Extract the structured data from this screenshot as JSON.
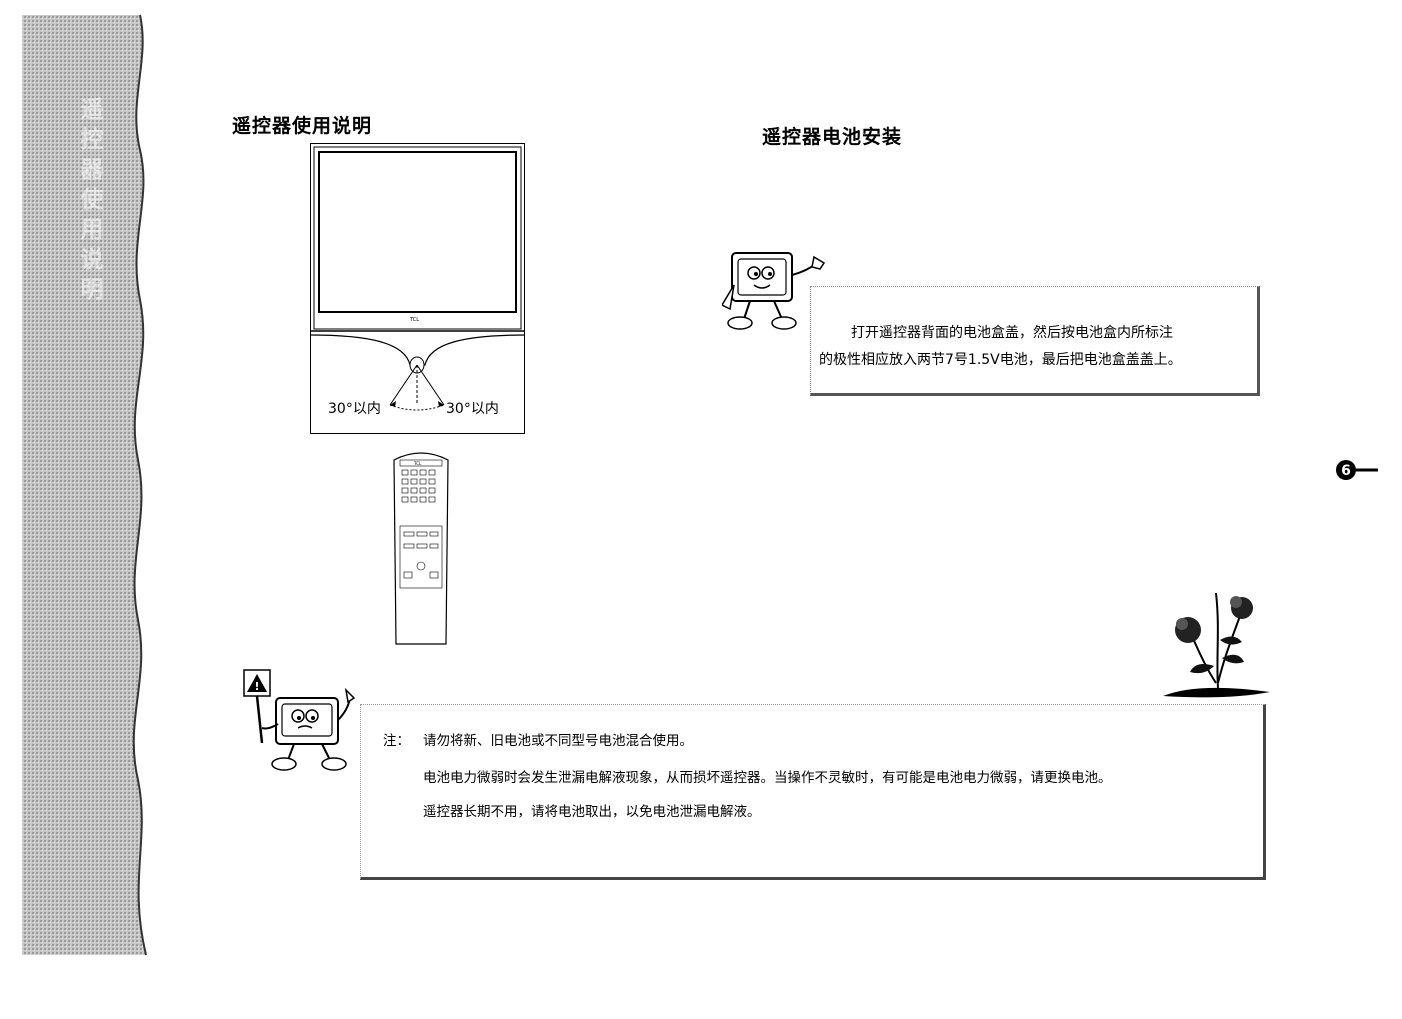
{
  "sidebar": {
    "vertical_title": "遥控器使用说明"
  },
  "section_usage": {
    "title": "遥控器使用说明",
    "tv_brand": "TCL",
    "angle_left": "30°以内",
    "angle_right": "30°以内",
    "remote_brand": "TCL"
  },
  "section_battery": {
    "title": "遥控器电池安装",
    "instruction_line1": "打开遥控器背面的电池盒盖，然后按电池盒内所标注",
    "instruction_line2": "的极性相应放入两节7号1.5V电池，最后把电池盒盖盖上。"
  },
  "note": {
    "label": "注：",
    "lines": [
      "请勿将新、旧电池或不同型号电池混合使用。",
      "电池电力微弱时会发生泄漏电解液现象，从而损坏遥控器。当操作不灵敏时，有可能是电池电力微弱，请更换电池。",
      "遥控器长期不用，请将电池取出，以免电池泄漏电解液。"
    ]
  },
  "page": {
    "number": "6"
  },
  "colors": {
    "strip_gray": "#bdbdbd",
    "ink": "#000000"
  }
}
